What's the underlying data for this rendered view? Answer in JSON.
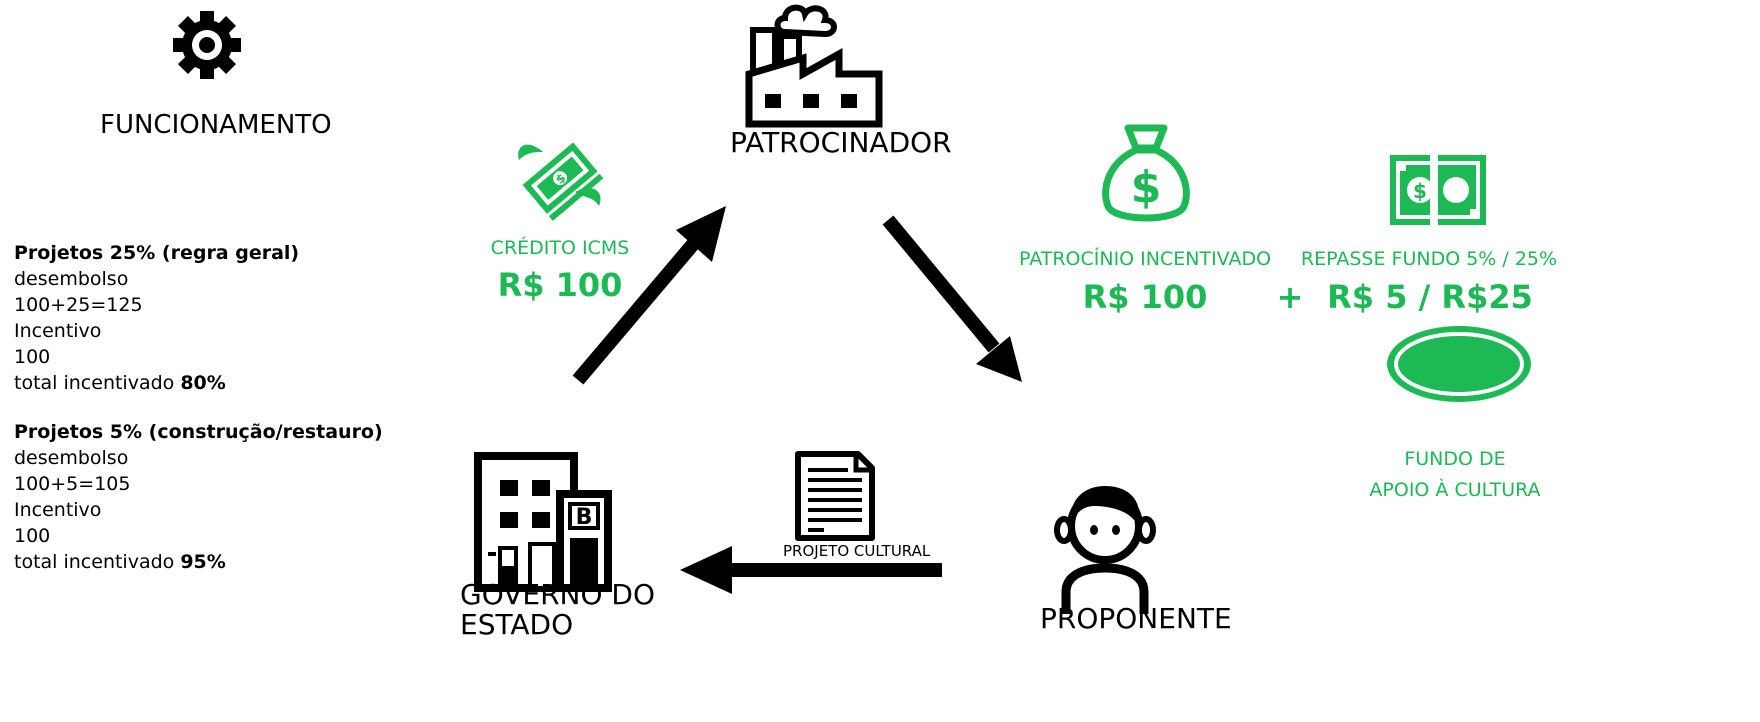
{
  "header": {
    "icon": "gear-icon",
    "title": "FUNCIONAMENTO"
  },
  "rules": [
    {
      "heading": "Projetos 25% (regra geral)",
      "lines": [
        "desembolso",
        "100+25=125",
        "Incentivo",
        "100"
      ],
      "total_prefix": "total incentivado ",
      "total_value": "80%"
    },
    {
      "heading": "Projetos 5% (construção/restauro)",
      "lines": [
        "desembolso",
        "100+5=105",
        "Incentivo",
        "100"
      ],
      "total_prefix": "total incentivado ",
      "total_value": "95%"
    }
  ],
  "nodes": {
    "patrocinador": {
      "label": "PATROCINADOR",
      "icon": "factory-icon"
    },
    "proponente": {
      "label": "PROPONENTE",
      "icon": "person-icon"
    },
    "governo": {
      "label_line1": "GOVERNO DO",
      "label_line2": "ESTADO",
      "icon": "government-building-icon"
    }
  },
  "flows": {
    "credito": {
      "label": "CRÉDITO ICMS",
      "value": "R$ 100",
      "icon": "flying-money-icon"
    },
    "patrocinio": {
      "label": "PATROCÍNIO INCENTIVADO",
      "value": "R$ 100",
      "icon": "money-bag-icon"
    },
    "plus": "+",
    "repasse": {
      "label": "REPASSE FUNDO 5% / 25%",
      "value": "R$ 5 / R$25",
      "icon": "cash-bill-icon"
    },
    "projeto": {
      "label": "PROJETO CULTURAL",
      "icon": "document-icon"
    }
  },
  "fundo": {
    "line1": "FUNDO DE",
    "line2": "APOIO À CULTURA",
    "icon": "fund-ellipse-icon"
  },
  "colors": {
    "accent": "#1db954",
    "ink": "#000000"
  }
}
